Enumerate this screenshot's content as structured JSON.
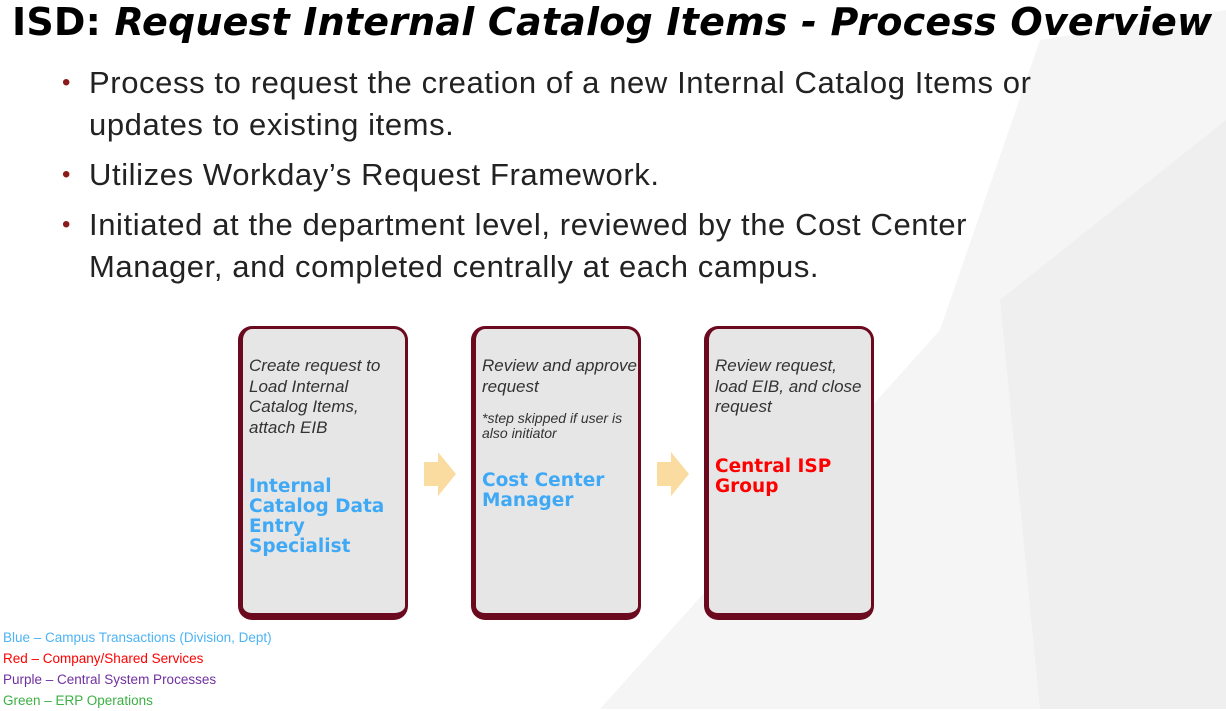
{
  "title": {
    "prefix": "ISD: ",
    "main": "Request Internal Catalog Items - Process Overview"
  },
  "bullets": [
    "Process to request the creation of a new Internal Catalog Items or updates to existing items.",
    "Utilizes Workday’s Request Framework.",
    "Initiated at the department level, reviewed by the Cost Center Manager, and completed centrally at each campus."
  ],
  "steps": [
    {
      "description": "Create request to Load Internal Catalog Items, attach EIB",
      "note": null,
      "role": "Internal Catalog Data Entry Specialist",
      "role_color": "#3fa9f5"
    },
    {
      "description": "Review and approve request",
      "note": "*step skipped if user is also initiator",
      "role": "Cost Center Manager",
      "role_color": "#3fa9f5"
    },
    {
      "description": "Review request, load EIB, and close request",
      "note": null,
      "role": "Central ISP Group",
      "role_color": "#ff0000"
    }
  ],
  "legend": [
    {
      "text": "Blue – Campus Transactions (Division, Dept)",
      "color": "#4db3f5"
    },
    {
      "text": "Red – Company/Shared Services",
      "color": "#ff0000"
    },
    {
      "text": "Purple – Central System Processes",
      "color": "#7030a0"
    },
    {
      "text": "Green – ERP Operations",
      "color": "#3cb043"
    }
  ],
  "colors": {
    "box_border": "#6b0a1e",
    "box_fill": "#e6e6e6",
    "arrow": "#fbdca0"
  }
}
